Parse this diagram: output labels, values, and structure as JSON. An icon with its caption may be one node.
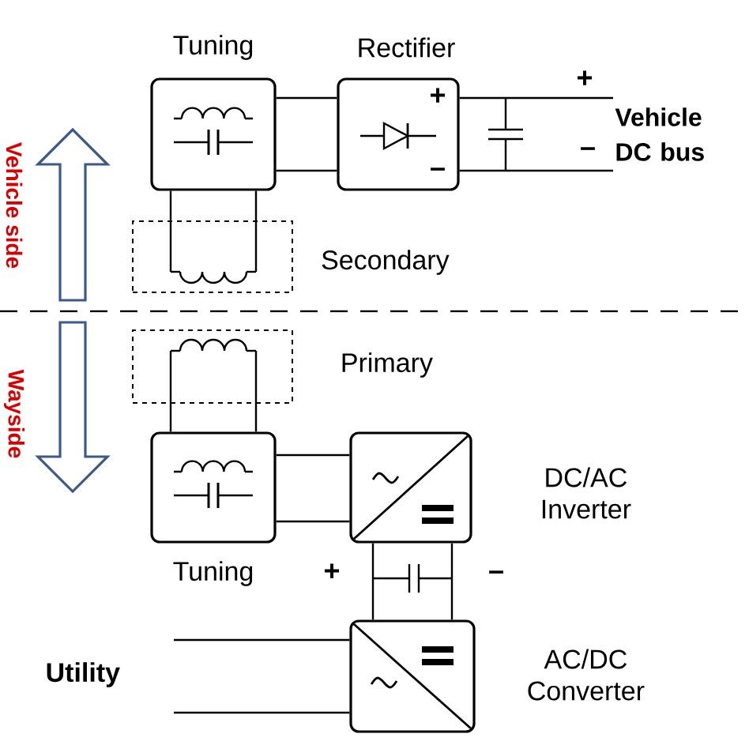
{
  "diagram": {
    "nodes": [
      {
        "text": [
          "Tuning"
        ]
      },
      {
        "text": [
          "Rectifier"
        ]
      },
      {
        "text": [],
        "shape": "box",
        "beside": [
          "Secondary"
        ]
      },
      {
        "text": [],
        "shape": "box",
        "beside": [
          "Primary"
        ]
      },
      {
        "text": [
          "Tuning"
        ]
      },
      {
        "text": [],
        "shape": "box",
        "beside": [
          "DC/AC Inverter"
        ]
      },
      {
        "text": [],
        "shape": "box",
        "beside": [
          "AC/DC Converter"
        ]
      },
      {
        "text": [
          "Vehicle DC bus"
        ]
      },
      {
        "text": [
          "Utility"
        ]
      }
    ],
    "edges": [
      {
        "from": 0,
        "to": 1,
        "arrow": "none"
      },
      {
        "from": 0,
        "to": 1,
        "arrow": "none"
      },
      {
        "from": 1,
        "to": 7,
        "arrow": "none"
      },
      {
        "from": 1,
        "to": 7,
        "arrow": "none"
      },
      {
        "from": 0,
        "to": 2,
        "arrow": "none"
      },
      {
        "from": 0,
        "to": 2,
        "arrow": "none"
      },
      {
        "from": 3,
        "to": 4,
        "arrow": "none"
      },
      {
        "from": 3,
        "to": 4,
        "arrow": "none"
      },
      {
        "from": 4,
        "to": 5,
        "arrow": "none"
      },
      {
        "from": 4,
        "to": 5,
        "arrow": "none"
      },
      {
        "from": 5,
        "to": 6,
        "arrow": "none"
      },
      {
        "from": 5,
        "to": 6,
        "arrow": "none"
      },
      {
        "from": 8,
        "to": 6,
        "arrow": "none"
      },
      {
        "from": 8,
        "to": 6,
        "arrow": "none"
      }
    ],
    "labels": [
      "+",
      "+",
      "–",
      "–",
      "Vehicle side",
      "Wayside",
      "+",
      "–"
    ]
  }
}
